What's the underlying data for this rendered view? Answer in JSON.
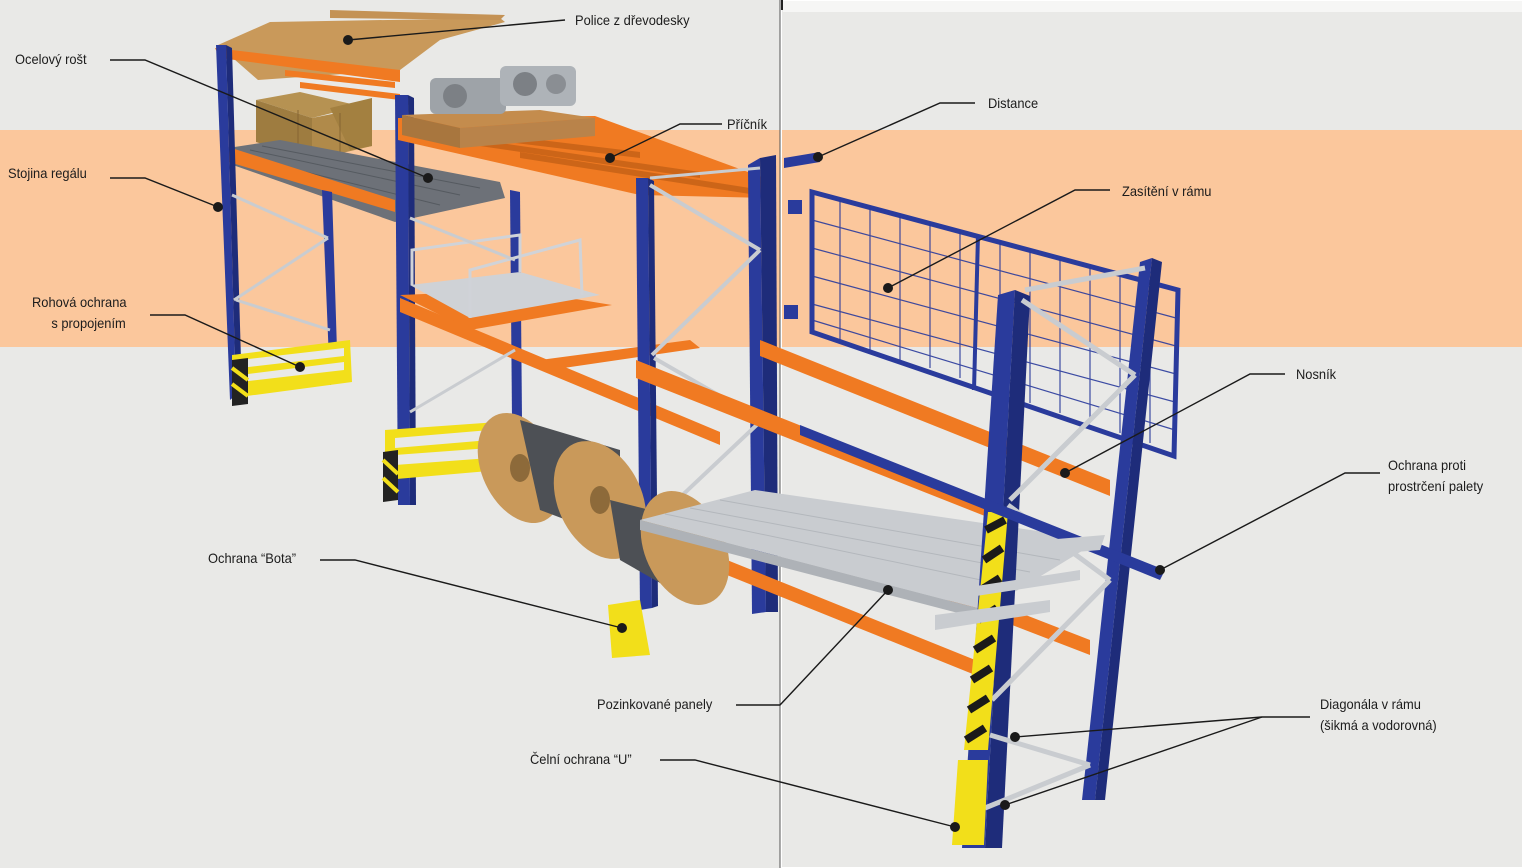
{
  "diagram": {
    "colors": {
      "upright": "#2a3b9c",
      "beam": "#f07a22",
      "band": "#fbc79c",
      "protection": "#f2df1a",
      "galvanized": "#c9ccd0",
      "background": "#e9e9e7"
    },
    "labels": {
      "police": "Police z dřevodesky",
      "rost": "Ocelový rošt",
      "stojina": "Stojina regálu",
      "rohova_1": "Rohová ochrana",
      "rohova_2": "s propojením",
      "bota": "Ochrana “Bota”",
      "pricnik": "Příčník",
      "distance": "Distance",
      "zasiteni": "Zasítění v rámu",
      "nosnik": "Nosník",
      "ochrana_1": "Ochrana proti",
      "ochrana_2": "prostrčení palety",
      "panely": "Pozinkované panely",
      "celni": "Čelní ochrana “U”",
      "diagonala_1": "Diagonála v rámu",
      "diagonala_2": "(šikmá a vodorovná)"
    }
  }
}
